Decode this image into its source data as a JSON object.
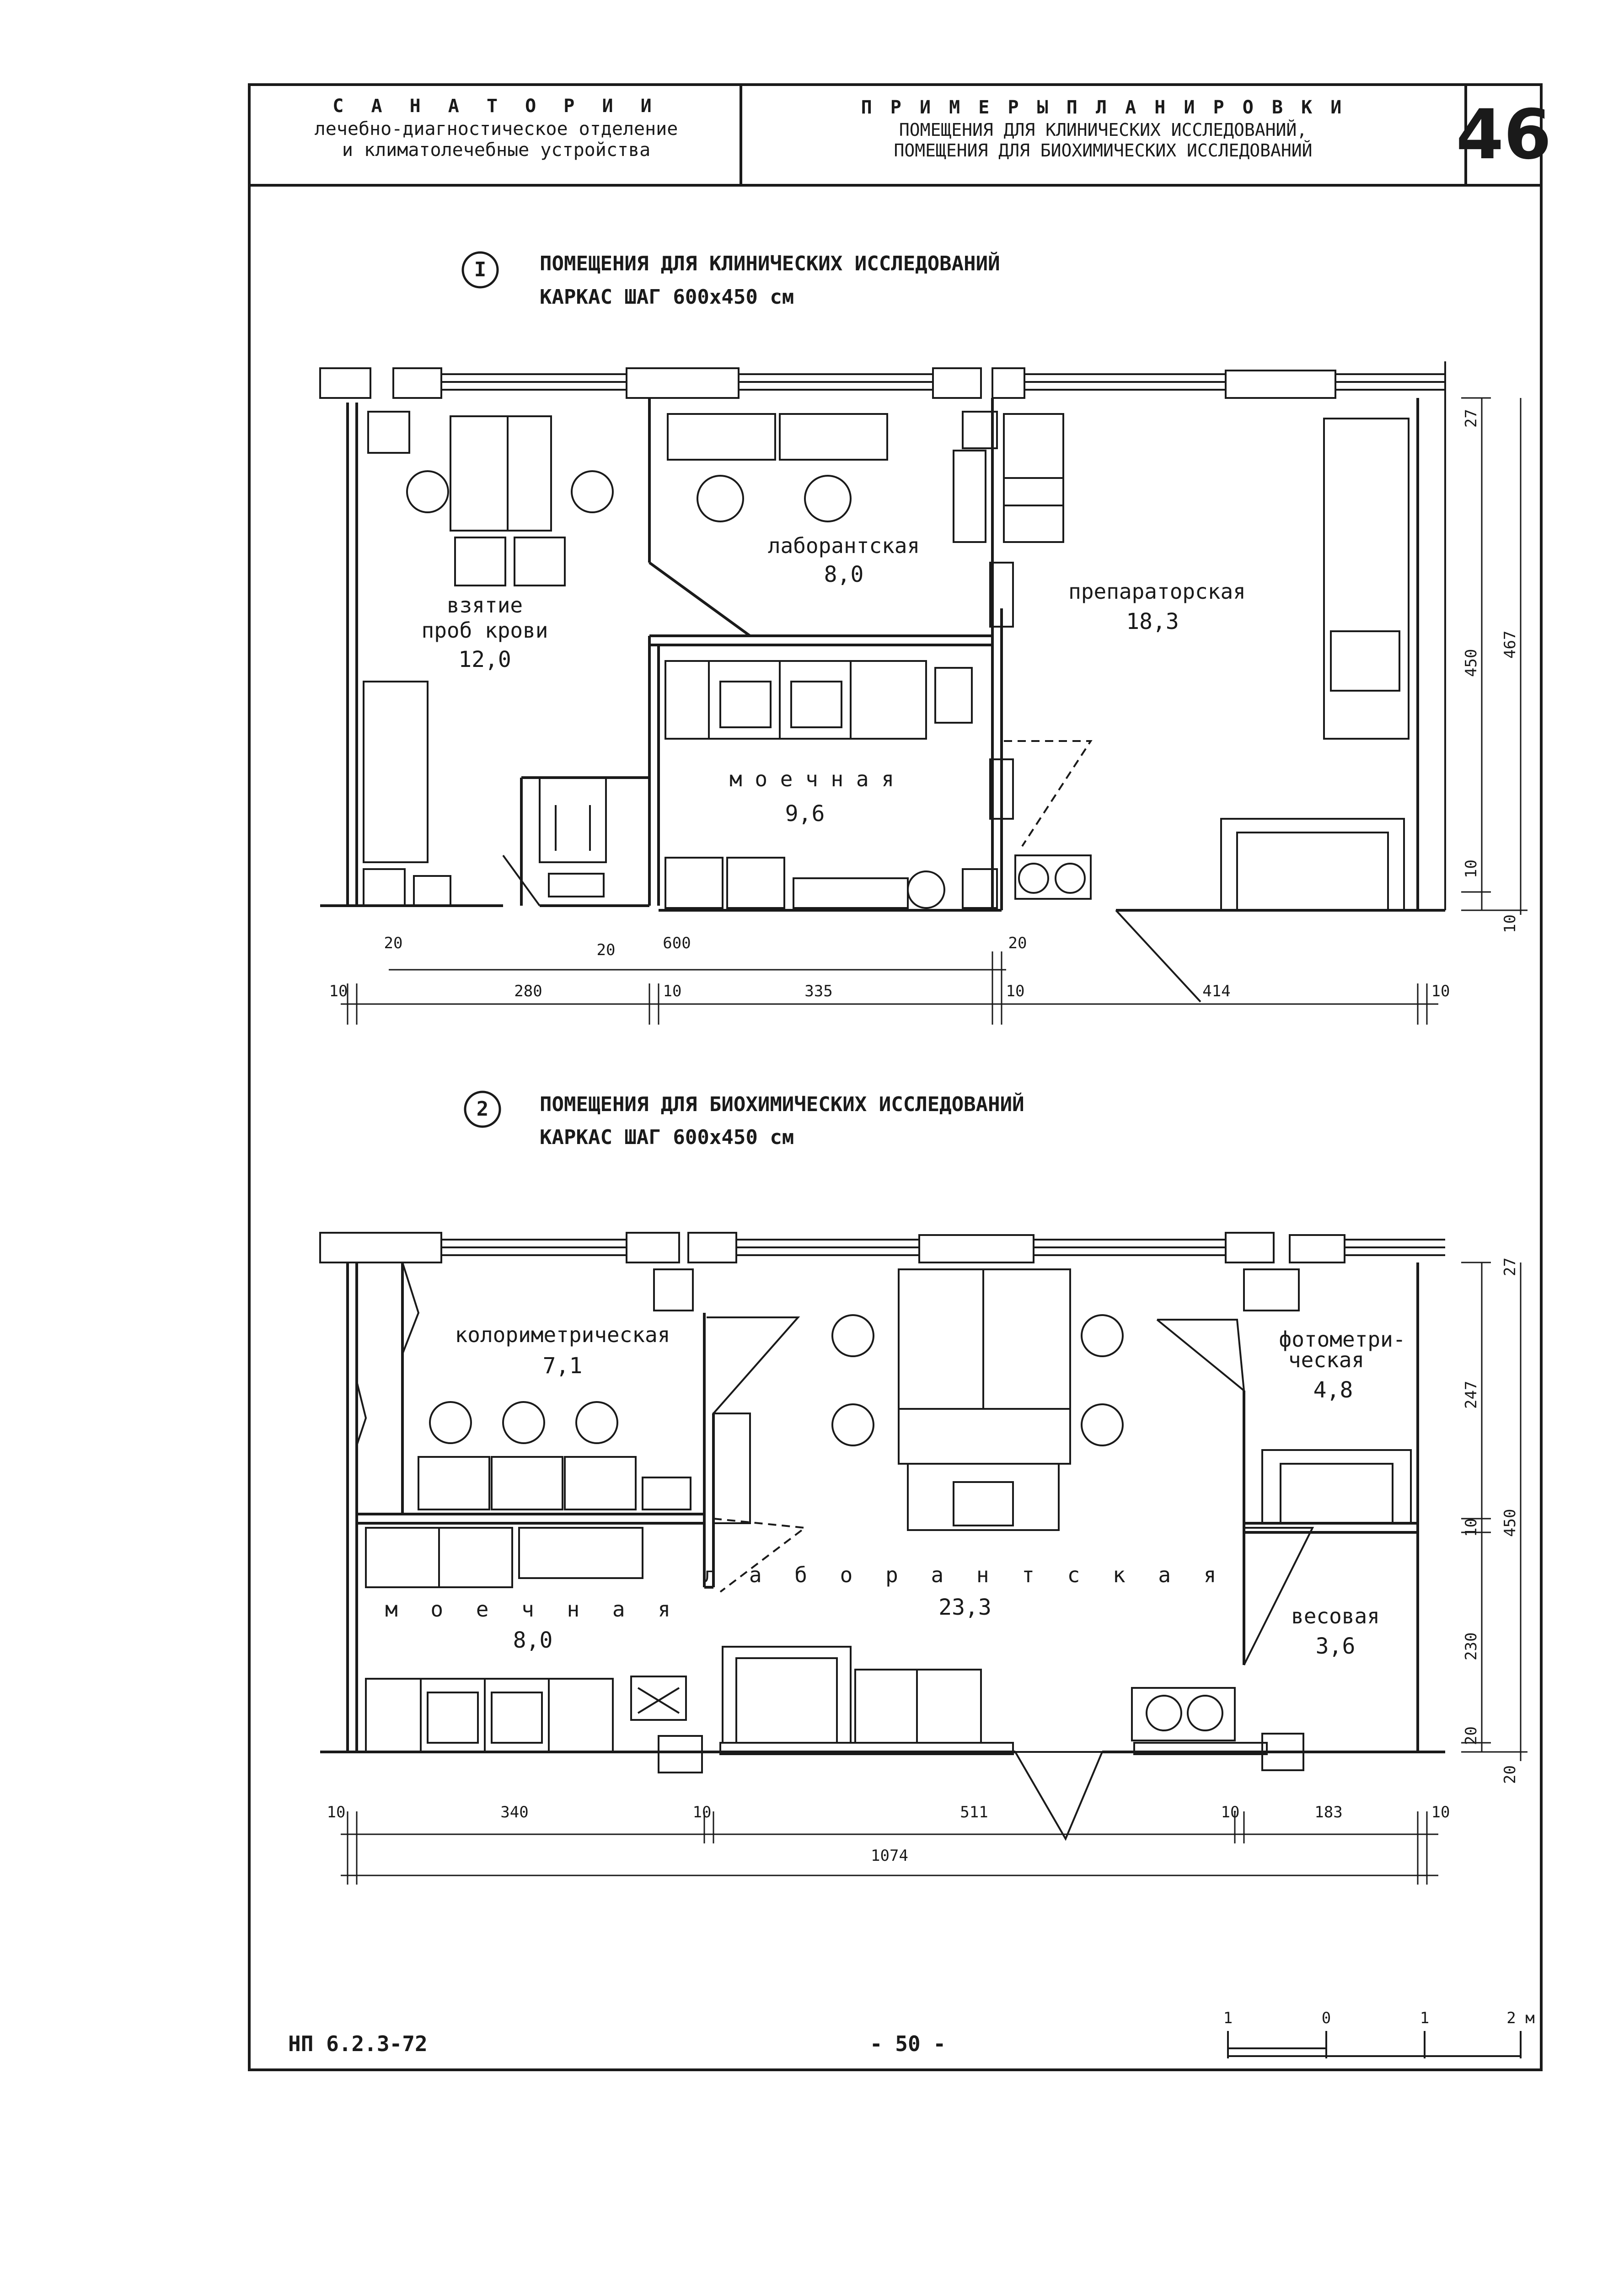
{
  "header": {
    "left_title": "С А Н А Т О Р И И",
    "left_line1": "лечебно-диагностическое отделение",
    "left_line2": "и климатолечебные устройства",
    "right_title": "П Р И М Е Р Ы   П Л А Н И Р О В К И",
    "right_line1": "ПОМЕЩЕНИЯ ДЛЯ КЛИНИЧЕСКИХ ИССЛЕДОВАНИЙ,",
    "right_line2": "ПОМЕЩЕНИЯ ДЛЯ БИОХИМИЧЕСКИХ ИССЛЕДОВАНИЙ",
    "sheet_number": "46"
  },
  "plan1": {
    "marker": "I",
    "title": "ПОМЕЩЕНИЯ ДЛЯ КЛИНИЧЕСКИХ ИССЛЕДОВАНИЙ",
    "subtitle": "КАРКАС ШАГ 600х450 см",
    "rooms": [
      {
        "name": "взятие",
        "name2": "проб крови",
        "area": "12,0"
      },
      {
        "name": "лаборантская",
        "area": "8,0"
      },
      {
        "name": "препараторская",
        "area": "18,3"
      },
      {
        "name": "м о е ч н а я",
        "area": "9,6"
      }
    ],
    "dims": {
      "h": [
        "10",
        "20",
        "280",
        "20",
        "600",
        "10",
        "335",
        "20",
        "10",
        "414",
        "10"
      ],
      "v": [
        "27",
        "450",
        "467",
        "10",
        "10"
      ]
    }
  },
  "plan2": {
    "marker": "2",
    "title": "ПОМЕЩЕНИЯ ДЛЯ БИОХИМИЧЕСКИХ ИССЛЕДОВАНИЙ",
    "subtitle": "КАРКАС ШАГ 600х450 см",
    "rooms": [
      {
        "name": "колориметрическая",
        "area": "7,1"
      },
      {
        "name": "фотометри-",
        "name2": "ческая",
        "area": "4,8"
      },
      {
        "name": "м о е ч н а я",
        "area": "8,0"
      },
      {
        "name": "л а б о р а н т с к а я",
        "area": "23,3"
      },
      {
        "name": "весовая",
        "area": "3,6"
      }
    ],
    "dims": {
      "h": [
        "10",
        "340",
        "10",
        "511",
        "10",
        "183",
        "10",
        "1074"
      ],
      "v": [
        "27",
        "247",
        "10",
        "450",
        "230",
        "20",
        "20"
      ]
    }
  },
  "footer": {
    "code": "НП 6.2.3-72",
    "page": "- 50 -",
    "scale_labels": [
      "1",
      "0",
      "1",
      "2 м"
    ]
  }
}
